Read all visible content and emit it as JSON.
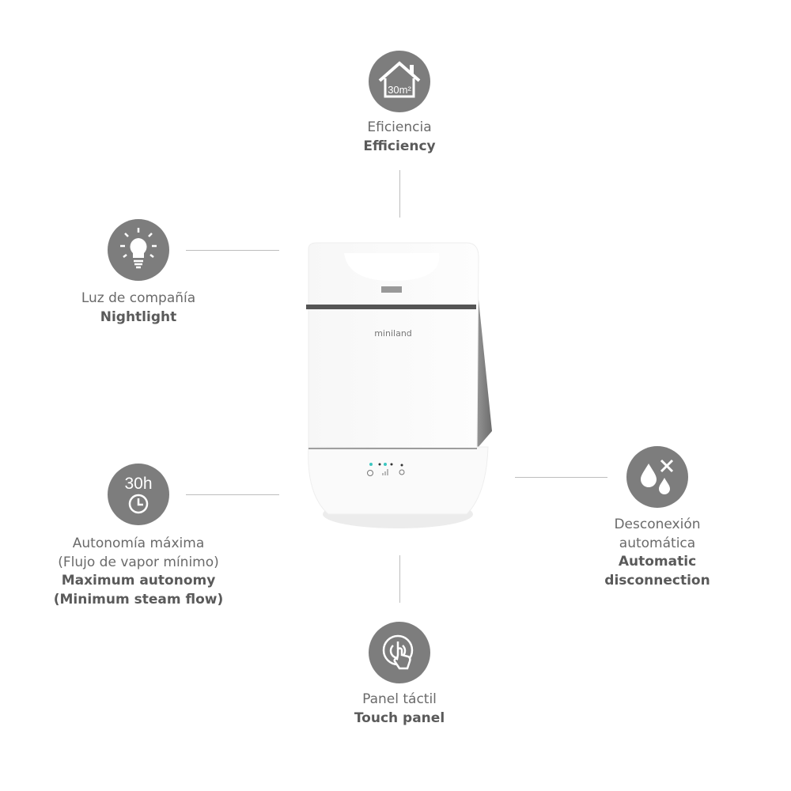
{
  "features": [
    {
      "id": "efficiency",
      "icon": "house-icon",
      "icon_text": "30m²",
      "es": "Eficiencia",
      "en": "Efficiency"
    },
    {
      "id": "nightlight",
      "icon": "lightbulb-icon",
      "es": "Luz de compañía",
      "en": "Nightlight"
    },
    {
      "id": "autonomy",
      "icon": "clock-icon",
      "icon_text": "30h",
      "es": [
        "Autonomía máxima",
        "(Flujo de vapor mínimo)"
      ],
      "en": [
        "Maximum autonomy",
        "(Minimum steam flow)"
      ]
    },
    {
      "id": "auto-off",
      "icon": "water-drop-off-icon",
      "es": [
        "Desconexión",
        "automática"
      ],
      "en": [
        "Automatic",
        "disconnection"
      ]
    },
    {
      "id": "touch",
      "icon": "touch-power-icon",
      "es": "Panel táctil",
      "en": "Touch panel"
    }
  ],
  "product": {
    "brand": "miniland"
  },
  "colors": {
    "icon_bg": "#7d7d7d",
    "text": "#6a6a6a",
    "led": "#3cc6c0"
  }
}
